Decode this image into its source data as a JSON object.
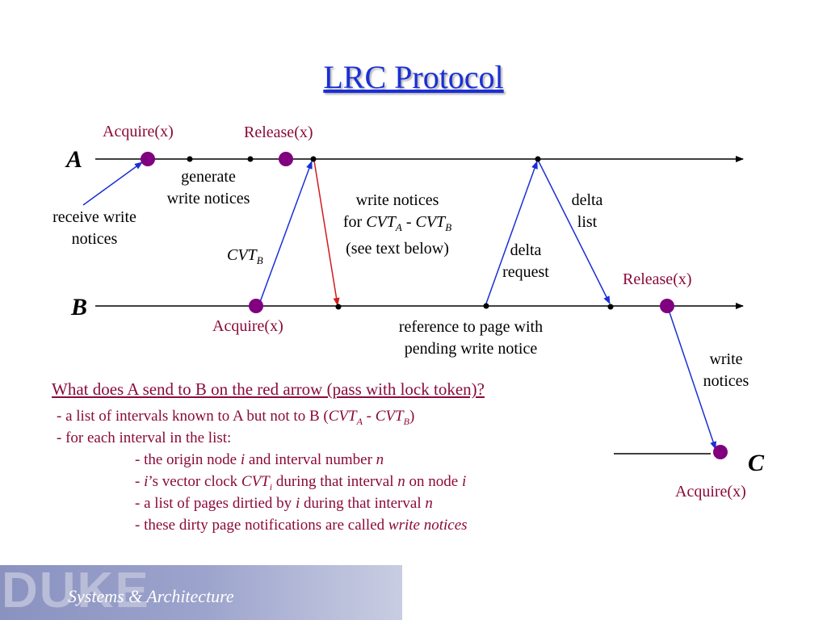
{
  "title": "LRC Protocol",
  "processes": {
    "a": "A",
    "b": "B",
    "c": "C"
  },
  "labels": {
    "acquire_a": "Acquire(x)",
    "release_a": "Release(x)",
    "generate_1": "generate",
    "generate_2": "write notices",
    "receive_1": "receive write",
    "receive_2": "notices",
    "cvt_b_main": "CVT",
    "cvt_b_sub": "B",
    "wn_1": "write notices",
    "wn_for": "for",
    "wn_cvt": "CVT",
    "wn_sub_a": "A",
    "wn_dash": "-",
    "wn_sub_b": "B",
    "wn_3": "(see text below)",
    "delta_list_1": "delta",
    "delta_list_2": "list",
    "delta_req_1": "delta",
    "delta_req_2": "request",
    "release_b": "Release(x)",
    "acquire_b": "Acquire(x)",
    "reference_1": "reference to page with",
    "reference_2": "pending write notice",
    "write_notices_c_1": "write",
    "write_notices_c_2": "notices",
    "acquire_c": "Acquire(x)"
  },
  "question": "What does A send to B on the red arrow (pass with lock token)?",
  "answers": {
    "line1_pre": "- a list of intervals known to A but not to B (",
    "line1_cvt": "CVT",
    "line1_sub_a": "A",
    "line1_dash": " - ",
    "line1_sub_b": "B",
    "line1_post": ")",
    "line2": "- for each interval in the list:",
    "line3_pre": "- the origin node ",
    "line3_i": "i",
    "line3_mid": " and interval number ",
    "line3_n": "n",
    "line4_pre": "- ",
    "line4_i": "i",
    "line4_mid1": "’s vector clock ",
    "line4_cvt": "CVT",
    "line4_sub_i": "i",
    "line4_mid2": " during that interval ",
    "line4_n": "n",
    "line4_mid3": " on node ",
    "line4_i2": "i",
    "line5_pre": "- a list of pages dirtied by ",
    "line5_i": "i",
    "line5_mid": " during that interval ",
    "line5_n": "n",
    "line6_pre": "- these dirty page notifications are called ",
    "line6_em": "write notices"
  },
  "footer": {
    "logo": "DUKE",
    "subtitle": "Systems & Architecture"
  },
  "colors": {
    "title": "#1a2fd6",
    "maroon": "#8b0a3a",
    "arrow_blue": "#1a2fd6",
    "arrow_red": "#d41a1a",
    "event_dot": "#800080"
  }
}
